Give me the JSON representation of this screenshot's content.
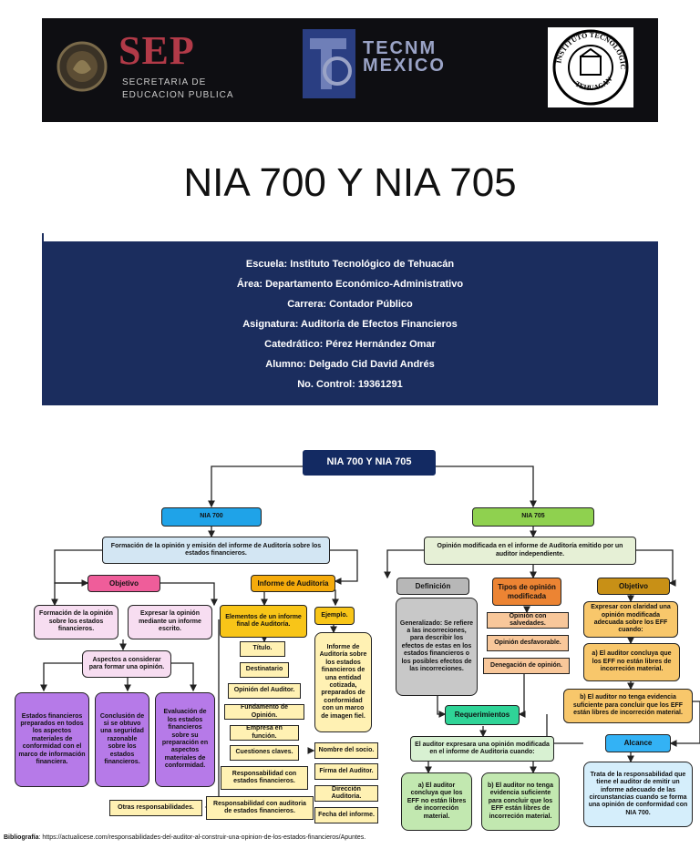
{
  "header": {
    "sep_title": "SEP",
    "sep_sub1": "SECRETARIA DE",
    "sep_sub2": "EDUCACION PUBLICA",
    "tec_line1": "TECNM",
    "tec_line2": "MEXICO",
    "ith_top": "INSTITUTO TECNOLOGICO",
    "ith_bottom": "TEHUACAN"
  },
  "page_title": "NIA 700 Y NIA 705",
  "info": {
    "escuela": "Escuela: Instituto Tecnológico de Tehuacán",
    "area": "Área: Departamento Económico-Administrativo",
    "carrera": "Carrera: Contador Público",
    "asignatura": "Asignatura: Auditoría de Efectos Financieros",
    "catedratico": "Catedrático: Pérez Hernández Omar",
    "alumno": "Alumno: Delgado Cid David Andrés",
    "control": "No. Control: 19361291"
  },
  "diagram": {
    "root": "NIA 700 Y NIA 705",
    "nia700": "NIA 700",
    "nia705": "NIA 705",
    "formacion": "Formación de la opinión y emisión del informe de  Auditoría sobre los estados financieros.",
    "opinion_modificada": "Opinión modificada en el informe de Auditoría emitido por un auditor independiente.",
    "objetivo_700": "Objetivo",
    "informe_auditoria": "Informe de Auditoría",
    "definicion": "Definición",
    "tipos_opinion": "Tipos de opinión modificada",
    "objetivo_705": "Objetivo",
    "obj1": "Formación de la opinión sobre los estados financieros.",
    "obj2": "Expresar la opinión mediante un informe escrito.",
    "aspectos": "Aspectos a considerar para formar una opinión.",
    "asp1": "Estados financieros preparados en todos los aspectos materiales de conformidad con el marco de información financiera.",
    "asp2": "Conclusión de si se obtuvo una seguridad razonable sobre los estados financieros.",
    "asp3": "Evaluación de los estados financieros sobre su preparación en aspectos materiales de conformidad.",
    "elementos": "Elementos de un informe final de Auditoría.",
    "ejemplo": "Ejemplo.",
    "ejemplo_texto": "Informe de Auditoría sobre los estados financieros de una entidad cotizada, preparados de conformidad con un marco de imagen fiel.",
    "el_titulo": "Título.",
    "el_destinatario": "Destinatario",
    "el_opinion": "Opinión del Auditor.",
    "el_fundamento": "Fundamento de Opinión.",
    "el_empresa": "Empresa en función.",
    "el_cuestiones": "Cuestiones claves.",
    "el_resp_ef": "Responsabilidad con estados financieros.",
    "el_resp_aud": "Responsabilidad con auditoria de estados financieros.",
    "el_otras": "Otras responsabilidades.",
    "el_socio": "Nombre del socio.",
    "el_firma": "Firma del Auditor.",
    "el_direccion": "Dirección Auditoria.",
    "el_fecha": "Fecha del informe.",
    "definicion_texto": "Generalizado: Se refiere a las incorreciones, para describir los efectos de estas en los  estados financieros o los posibles efectos de las incorreciones.",
    "tipo1": "Opinión con salvedades.",
    "tipo2": "Opinión desfavorable.",
    "tipo3": "Denegación de opinión.",
    "obj705_texto": "Expresar con claridad una opinión modificada adecuada sobre los EFF cuando:",
    "obj705_a": "a) El auditor concluya que los EFF no están libres de incorreción material.",
    "obj705_b": "b) El auditor no tenga evidencia suficiente para concluir que los EFF están libres de incorreción material.",
    "requerimientos": "Requerimientos",
    "req_texto": "El auditor expresara una opinión modificada en el informe de Auditoria cuando:",
    "req_a": "a) El auditor concluya que los EFF no están libres de incorreción material.",
    "req_b": "b) El auditor no tenga evidencia suficiente para concluir que los EFF están libres de incorreción material.",
    "alcance": "Alcance",
    "alcance_texto": "Trata de la responsabilidad que tiene el auditor de emitir un informe adecuado de las circunstancias cuando se forma una opinión de conformidad con NIA 700."
  },
  "bibliography": {
    "label": "Bibliografía",
    "text": ": https://actualicese.com/responsabilidades-del-auditor-al-construir-una-opinion-de-los-estados-financieros/Apuntes."
  }
}
